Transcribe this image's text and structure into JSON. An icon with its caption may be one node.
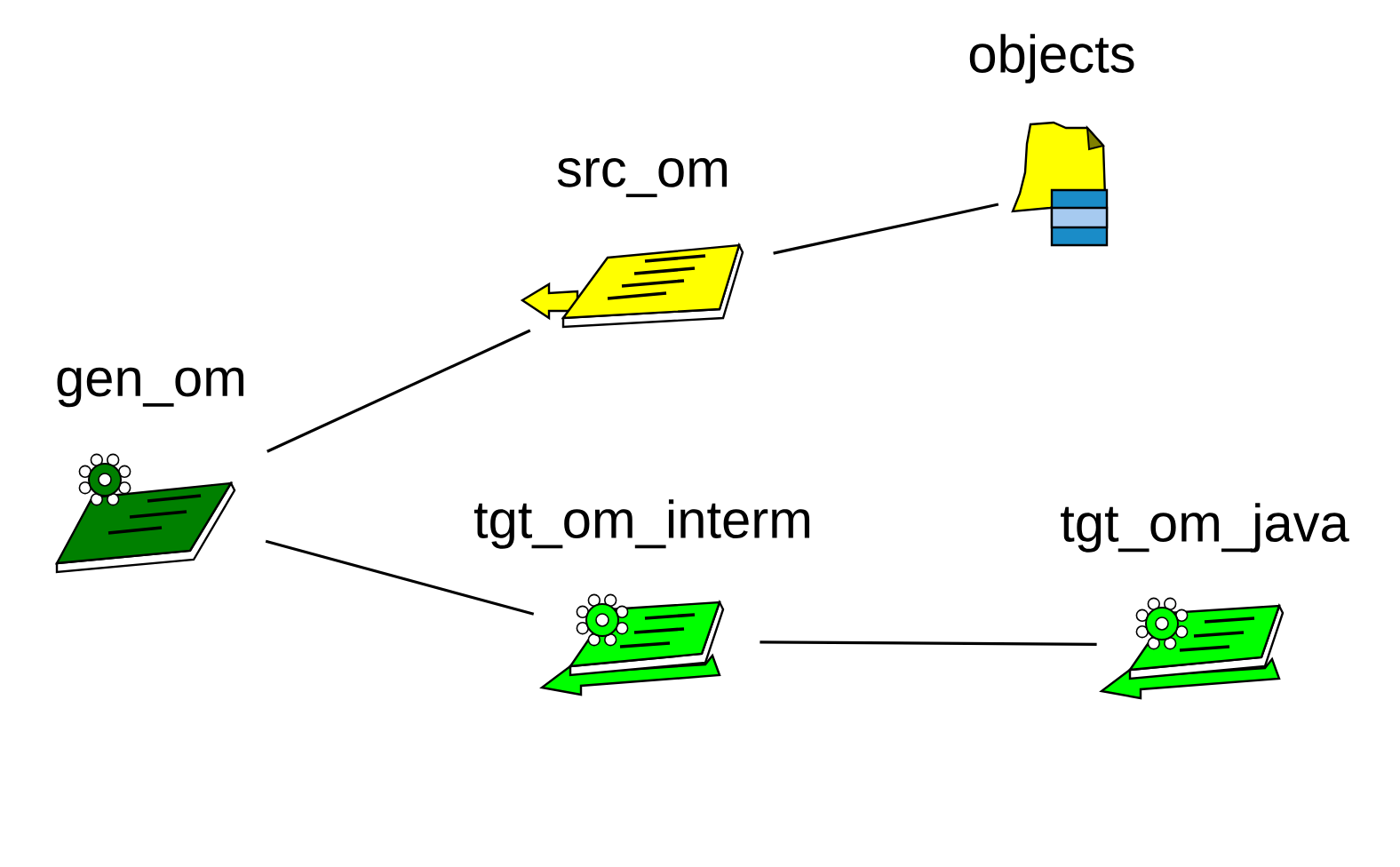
{
  "diagram": {
    "nodes": [
      {
        "text": [
          "gen_om"
        ]
      },
      {
        "text": [
          "src_om"
        ]
      },
      {
        "text": [
          "objects"
        ]
      },
      {
        "text": [
          "tgt_om_interm"
        ]
      },
      {
        "text": [
          "tgt_om_java"
        ]
      }
    ],
    "edges": [
      {
        "from": 0,
        "to": 1,
        "arrow": "none"
      },
      {
        "from": 1,
        "to": 2,
        "arrow": "none"
      },
      {
        "from": 0,
        "to": 3,
        "arrow": "none"
      },
      {
        "from": 3,
        "to": 4,
        "arrow": "none"
      }
    ]
  }
}
